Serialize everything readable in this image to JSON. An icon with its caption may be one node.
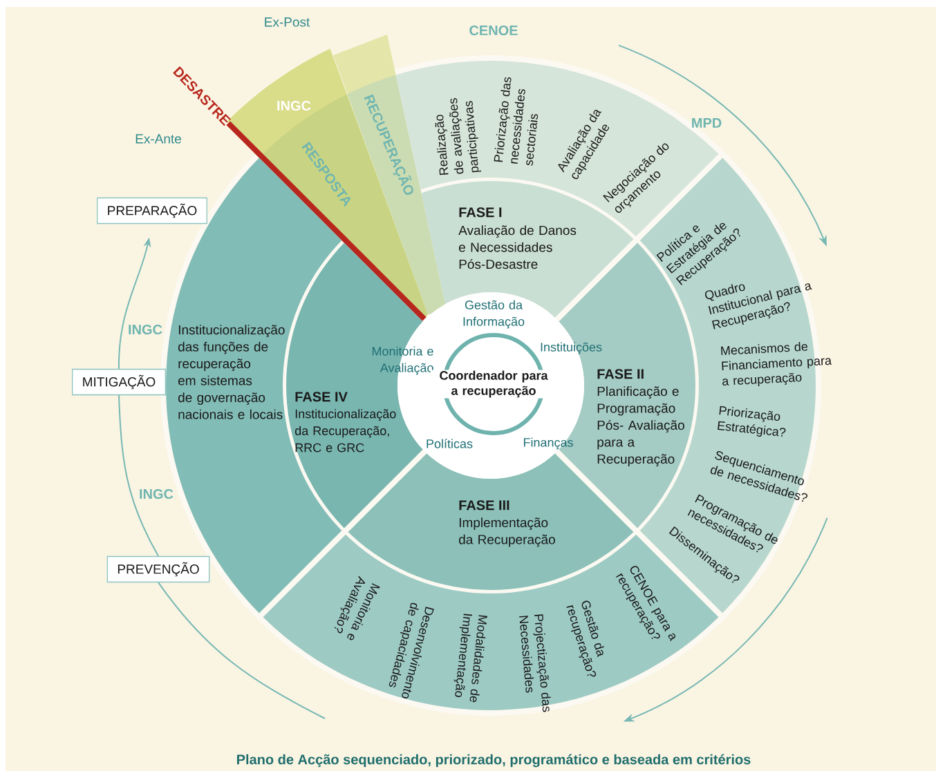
{
  "diagram": {
    "caption": "Plano de Acção sequenciado, priorizado, programático e baseada em critérios",
    "nodes": [
      {
        "text": [
          "INGC",
          "RESPOSTA"
        ]
      },
      {
        "text": [
          "RECUPERAÇÃO"
        ]
      },
      {
        "text": [
          "Realização de avaliações participativas",
          "Priorização das necessidades sectoriais",
          "Avaliação da capacidade",
          "Negociação do orçamento"
        ]
      },
      {
        "text": [
          "PREPARAÇÃO"
        ]
      },
      {
        "text": [
          "FASE I",
          "Avaliação de Danos e Necessidades Pós-Desastre"
        ]
      },
      {
        "text": [
          "Gestão da Informação",
          "Monitoria e Avaliação",
          "Instituições",
          "Políticas",
          "Finanças"
        ]
      },
      {
        "text": [
          "Coordenador para a recuperação"
        ],
        "in": 5
      },
      {
        "text": [
          "Institucionalização das funções de recuperação em sistemas de governação nacionais e locais"
        ]
      },
      {
        "text": [
          "MITIGAÇÃO"
        ]
      },
      {
        "text": [
          "FASE IV",
          "Institucionalização da Recuperação, RRC e GRC"
        ]
      },
      {
        "text": [
          "FASE II",
          "Planificação e Programação Pós- Avaliação para a Recuperação"
        ]
      },
      {
        "text": [
          "Política e Estratégia de Recuperação?",
          "Quadro Institucional para a Recuperação?",
          "Mecanismos de Financiamento para a recuperação",
          "Priorização Estratégica?",
          "Sequenciamento de necessidades?",
          "Programação de necessidades?",
          "Disseminação?"
        ]
      },
      {
        "text": [
          "PREVENÇÃO"
        ]
      },
      {
        "text": [
          "FASE III",
          "Implementação da Recuperação"
        ]
      },
      {
        "text": [
          "CENOE para a recuperação?",
          "Gestão da recuperação?",
          "Projectização das Necessidades",
          "Modalidades de Implementação",
          "Desenvolvimento de capacidades",
          "Monitoria e Avaliação?"
        ]
      }
    ],
    "edges": [
      {
        "from": 12,
        "to": 8,
        "arrow": "none",
        "label": "INGC"
      },
      {
        "from": 8,
        "to": 3,
        "arrow": "to",
        "label": "INGC"
      },
      {
        "from": null,
        "to": 12,
        "arrow": "none"
      }
    ],
    "labels": [
      "Ex-Post",
      "CENOE",
      "DESASTRE",
      "MPD",
      "Ex-Ante"
    ]
  }
}
